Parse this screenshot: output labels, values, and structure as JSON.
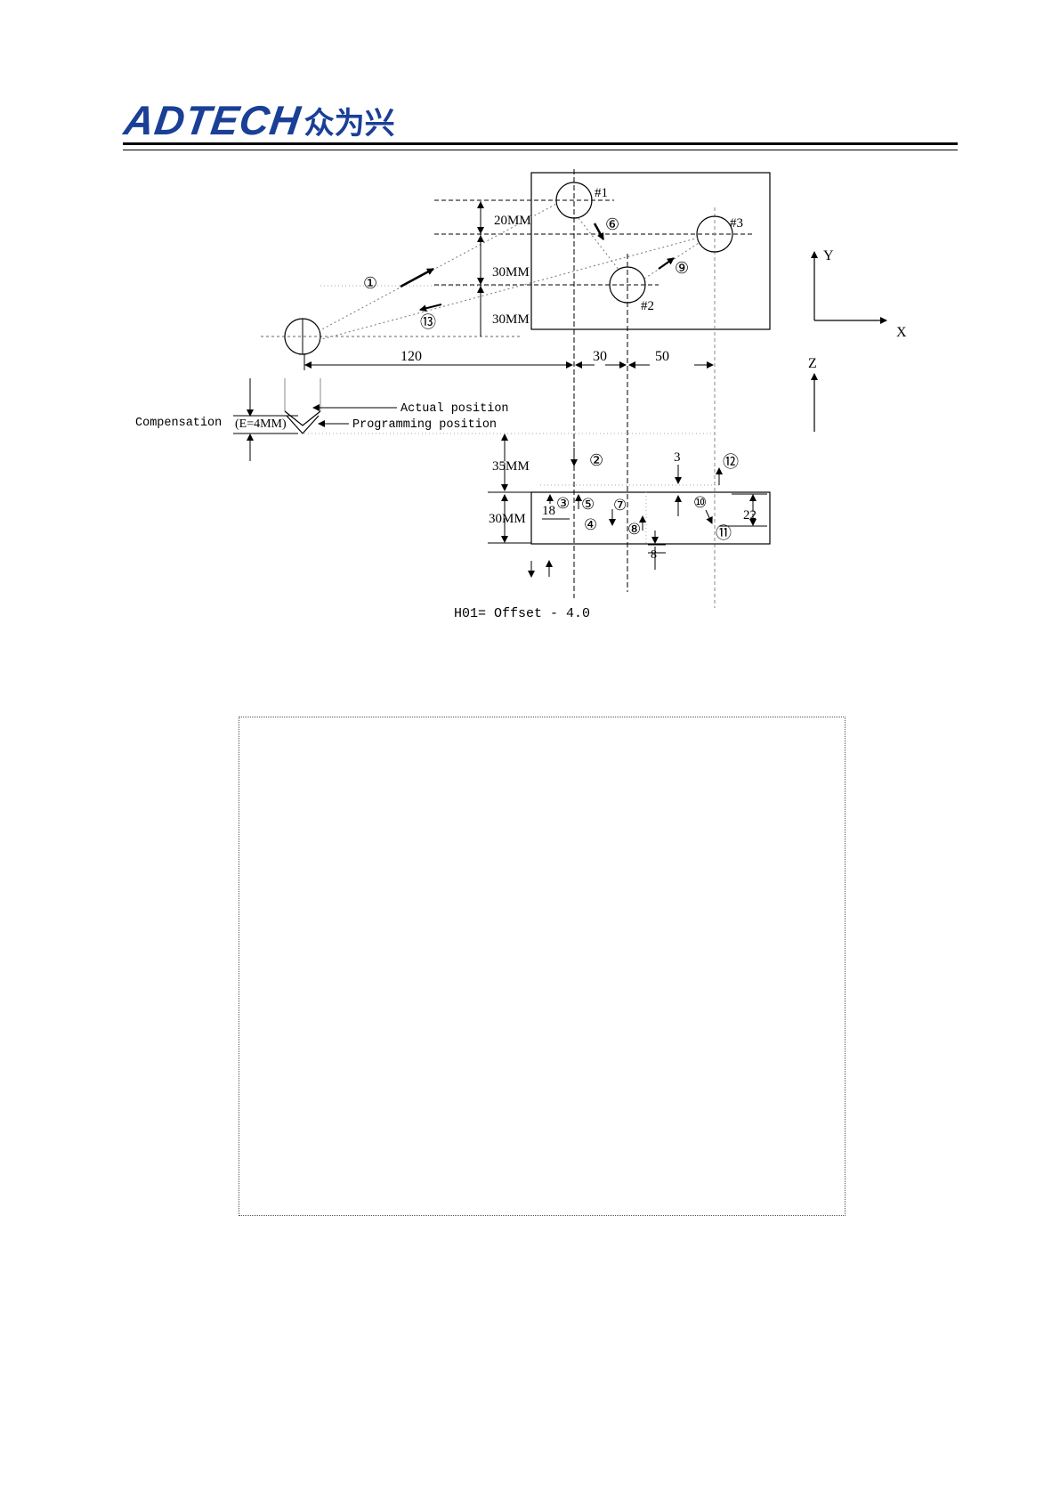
{
  "header": {
    "brand": "ADTECH",
    "brand_cn": "众为兴",
    "brand_color": "#1a3f96"
  },
  "diagram": {
    "hole_labels": [
      "#1",
      "#2",
      "#3"
    ],
    "y_dims": [
      "20MM",
      "30MM",
      "30MM"
    ],
    "x_dims": [
      "120",
      "30",
      "50"
    ],
    "axes": {
      "y": "Y",
      "x": "X",
      "z": "Z"
    },
    "steps": [
      "①",
      "②",
      "③",
      "④",
      "⑤",
      "⑥",
      "⑦",
      "⑧",
      "⑨",
      "⑩",
      "⑪",
      "⑫",
      "⑬"
    ],
    "compensation_label": "Compensation",
    "compensation_value": "(E=4MM)",
    "actual_position": "Actual position",
    "programming_position": "Programming position",
    "z_dims": [
      "35MM",
      "30MM"
    ],
    "depth_labels": [
      "18",
      "3",
      "8",
      "22"
    ],
    "offset_formula": "H01= Offset - 4.0"
  }
}
